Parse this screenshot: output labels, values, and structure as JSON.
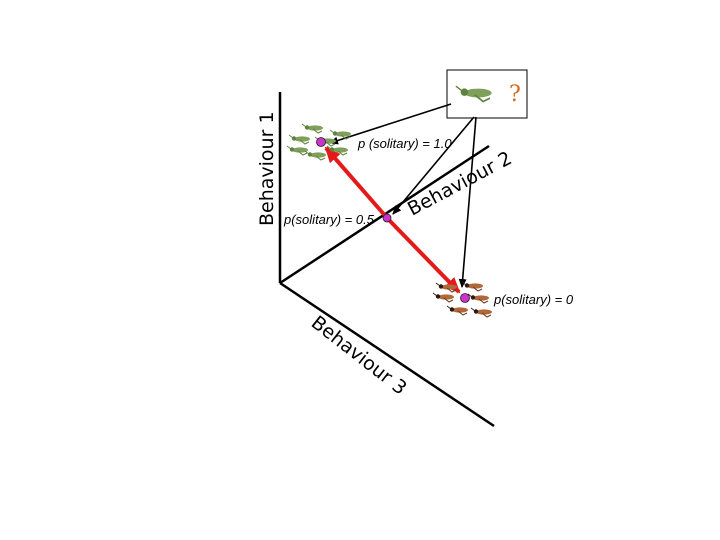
{
  "axes": {
    "behaviour_1": "Behaviour 1",
    "behaviour_2": "Behaviour 2",
    "behaviour_3": "Behaviour 3"
  },
  "points": {
    "solitary_1": "p (solitary) = 1.0",
    "solitary_half": "p(solitary) = 0.5",
    "solitary_0": "p(solitary) = 0"
  },
  "unknown_box": {
    "question": "?"
  },
  "colors": {
    "axis": "#000000",
    "trajectory": "#e41a1a",
    "marker": "#cc33cc",
    "solitary_locust": "#7fa05a",
    "gregarious_locust": "#b0683a",
    "question_mark": "#d46a1a"
  }
}
